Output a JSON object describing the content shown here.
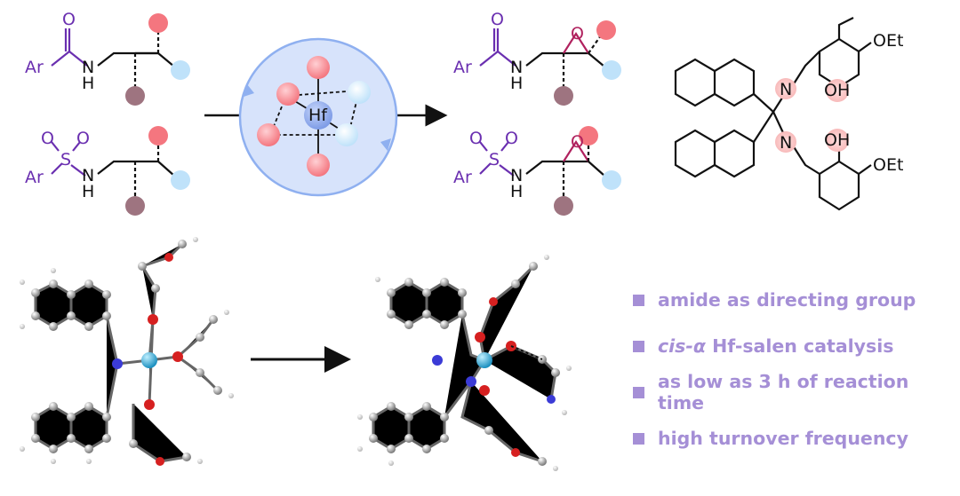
{
  "colors": {
    "purple": "#6a2fb0",
    "epoxide": "#b0215e",
    "red_ball": "#f4767f",
    "blue_ball": "#bfe2fa",
    "mauve_ball": "#9e7480",
    "catalyst_circle": "#d7e3fb",
    "bullet_text": "#a58fd6"
  },
  "labels": {
    "ar": "Ar",
    "o": "O",
    "s": "S",
    "nh_n": "N",
    "nh_h": "H",
    "hf": "Hf",
    "imine_n": "N",
    "oh": "OH",
    "oet": "OEt"
  },
  "bullets": [
    {
      "pre": "",
      "em": "",
      "text": "amide as directing group"
    },
    {
      "pre": "",
      "em": "cis-α",
      "text": " Hf-salen catalysis"
    },
    {
      "pre": "",
      "em": "",
      "text": "as low as 3 h of reaction time"
    },
    {
      "pre": "",
      "em": "",
      "text": "high turnover frequency"
    }
  ]
}
